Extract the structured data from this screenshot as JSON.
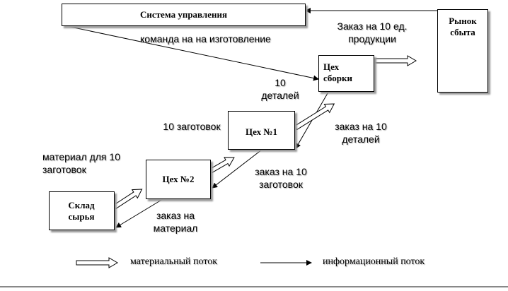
{
  "boxes": {
    "control_system": "Система управления",
    "market": "Рынок сбыта",
    "assembly": "Цех сборки",
    "shop1": "Цех №1",
    "shop2": "Цех №2",
    "warehouse": "Склад сырья"
  },
  "labels": {
    "order_products": "Заказ на 10 ед. продукции",
    "command": "команда на на изготовление",
    "details_10": "10 деталей",
    "order_details": "заказ на 10 деталей",
    "blanks_10": "10 заготовок",
    "order_blanks": "заказ на 10 заготовок",
    "material_for_blanks": "материал для 10 заготовок",
    "order_material": "заказ на материал"
  },
  "legend": {
    "material_flow": "материальный поток",
    "info_flow": "информационный поток"
  }
}
